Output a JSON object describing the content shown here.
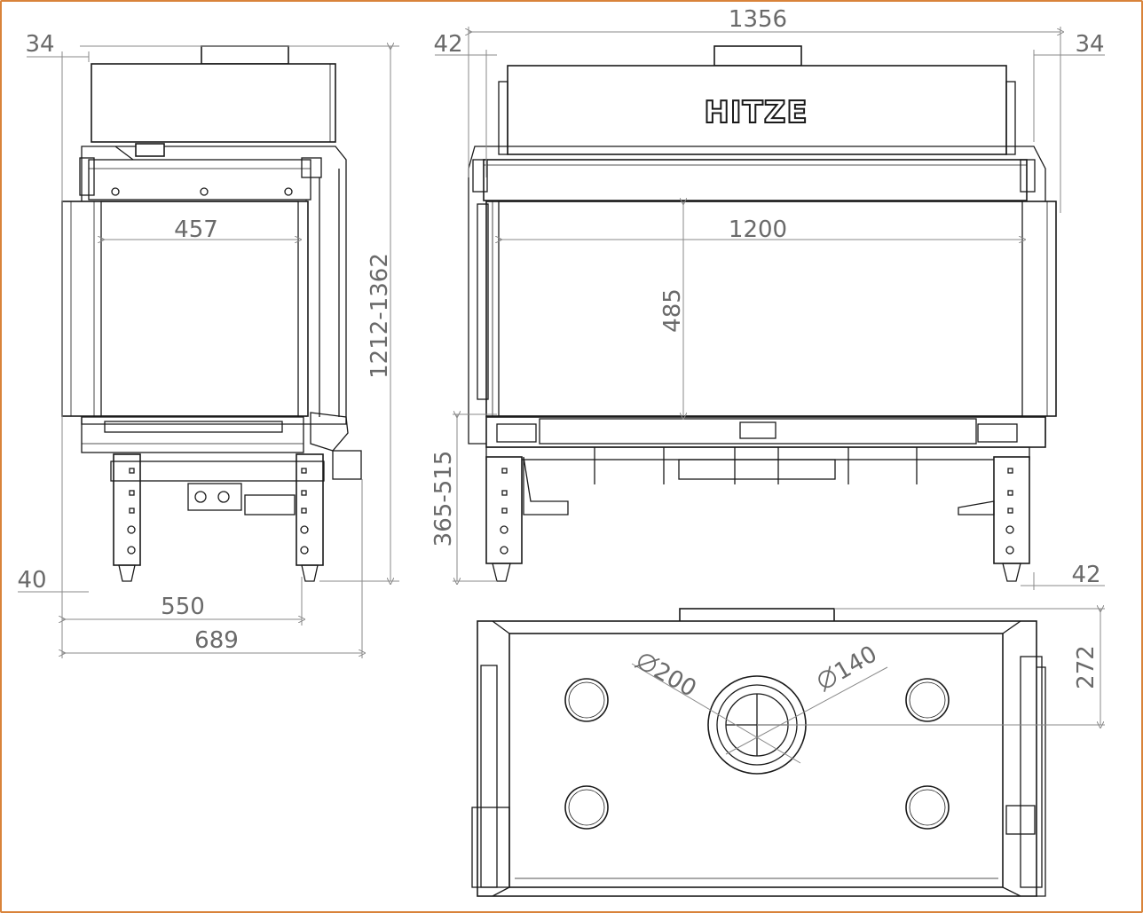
{
  "brand": "HITZE",
  "colors": {
    "frame": "#d9833a",
    "line": "#1a1a1a",
    "dimension": "#6a6a6a"
  },
  "side_view": {
    "dim_top_offset": "34",
    "dim_glass_width": "457",
    "dim_height": "1212-1362",
    "dim_bottom_offset": "40",
    "dim_leg_span": "550",
    "dim_total_depth": "689"
  },
  "front_view": {
    "dim_total_width": "1356",
    "dim_left_offset": "42",
    "dim_right_offset": "34",
    "dim_glass_width": "1200",
    "dim_glass_height": "485",
    "dim_leg_height": "365-515",
    "dim_bottom_right": "42"
  },
  "top_view": {
    "dim_flue_large": "200",
    "dim_flue_small": "140",
    "dim_offset": "272"
  }
}
